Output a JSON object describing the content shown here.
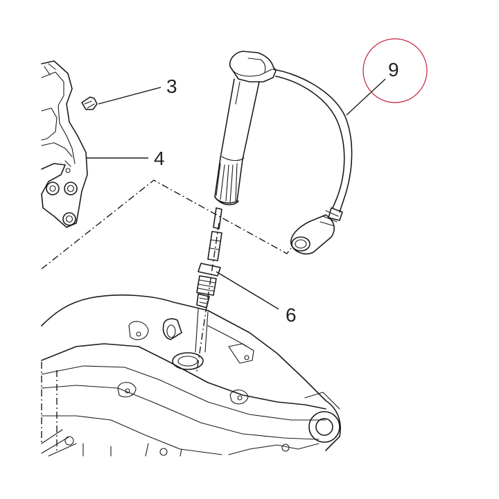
{
  "callouts": [
    {
      "id": "3",
      "label": "3"
    },
    {
      "id": "4",
      "label": "4"
    },
    {
      "id": "6",
      "label": "6"
    },
    {
      "id": "9",
      "label": "9"
    }
  ],
  "highlight_color": "#c0203a",
  "line_color": "#1a1a1a"
}
